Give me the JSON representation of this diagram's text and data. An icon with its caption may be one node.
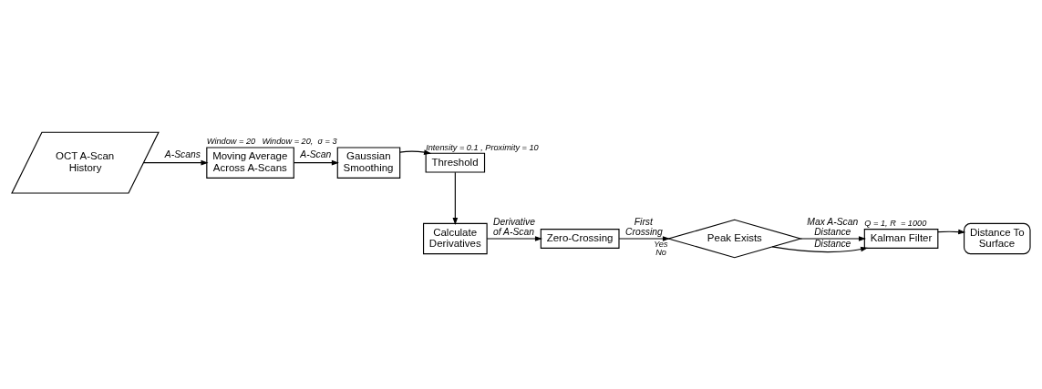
{
  "diagram": {
    "nodes": [
      {
        "text": [
          "OCT A-Scan History"
        ]
      },
      {
        "text": [
          "Moving Average Across A-Scans"
        ],
        "beside": [
          "Window = 20"
        ]
      },
      {
        "text": [
          "Gaussian Smoothing"
        ],
        "beside": [
          "Window = 20,  σ = 3"
        ]
      },
      {
        "text": [
          "Threshold"
        ],
        "beside": [
          "Intensity = 0.1 , Proximity = 10"
        ]
      },
      {
        "text": [
          "Calculate Derivatives"
        ]
      },
      {
        "text": [
          "Zero-Crossing"
        ]
      },
      {
        "text": [
          "Peak Exists"
        ],
        "beside": [
          "Yes",
          "No"
        ]
      },
      {
        "text": [
          "Kalman Filter"
        ],
        "beside": [
          "Q = 1, R  = 1000"
        ]
      },
      {
        "text": [
          "Distance To Surface"
        ]
      }
    ],
    "edges": [
      {
        "from": 0,
        "to": 1,
        "arrow": "to",
        "label": "A-Scans"
      },
      {
        "from": 1,
        "to": 2,
        "arrow": "to",
        "label": "A-Scan"
      },
      {
        "from": 2,
        "to": 3,
        "arrow": "to"
      },
      {
        "from": 3,
        "to": 4,
        "arrow": "to"
      },
      {
        "from": 4,
        "to": 5,
        "arrow": "to",
        "label": "Derivative of A-Scan"
      },
      {
        "from": 5,
        "to": 6,
        "arrow": "to",
        "label": "First Crossing"
      },
      {
        "from": 6,
        "to": 7,
        "arrow": "to",
        "label": "Distance"
      },
      {
        "from": 6,
        "to": 7,
        "arrow": "to",
        "label": "Max A-Scan Distance"
      },
      {
        "from": 7,
        "to": 8,
        "arrow": "to"
      }
    ]
  }
}
